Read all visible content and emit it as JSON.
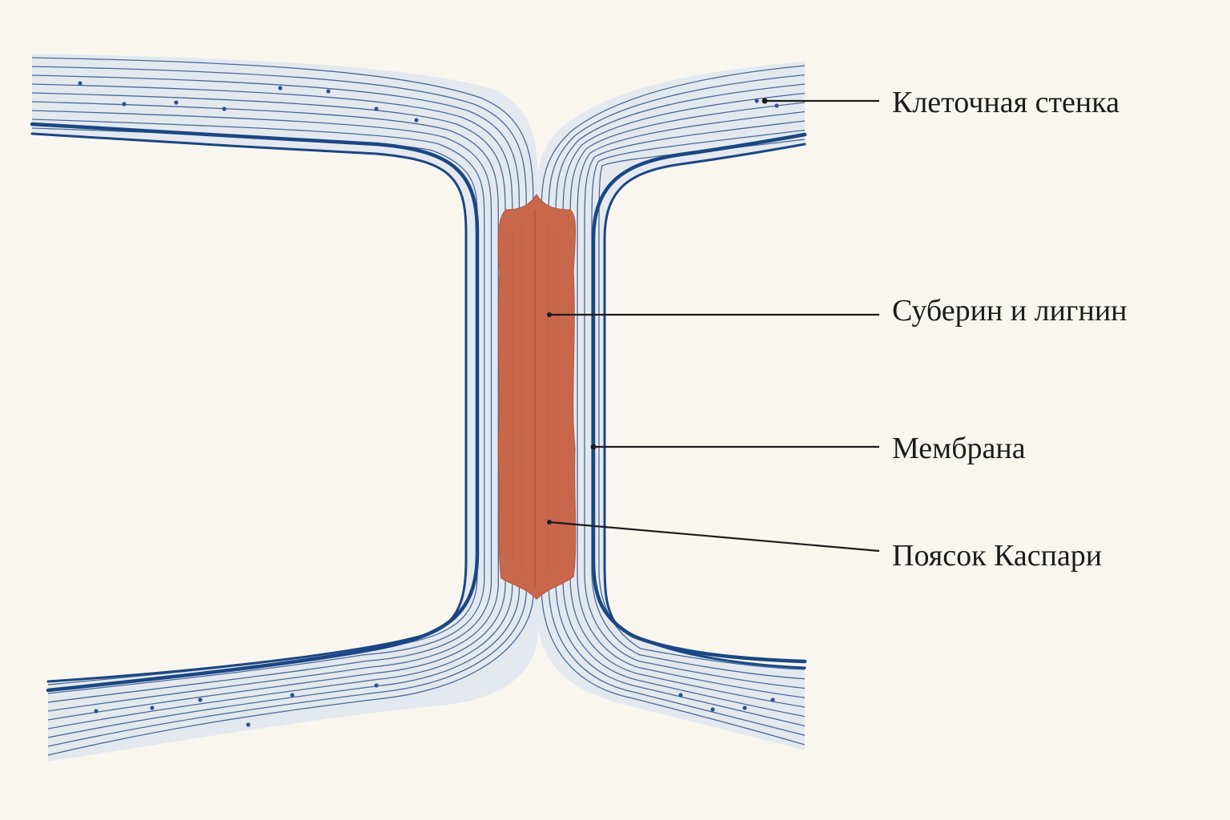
{
  "labels": {
    "cell_wall": "Клеточная стенка",
    "suberin_lignin": "Суберин и лигнин",
    "membrane": "Мембрана",
    "casparian_strip": "Поясок Каспари"
  },
  "colors": {
    "background": "#f9f6f0",
    "wall_fill": "#e3e9ef",
    "wall_lines": "#3d5d8c",
    "membrane": "#1c4683",
    "casparian_strip": "#c9674d",
    "leader_lines": "#1c1c1c"
  }
}
